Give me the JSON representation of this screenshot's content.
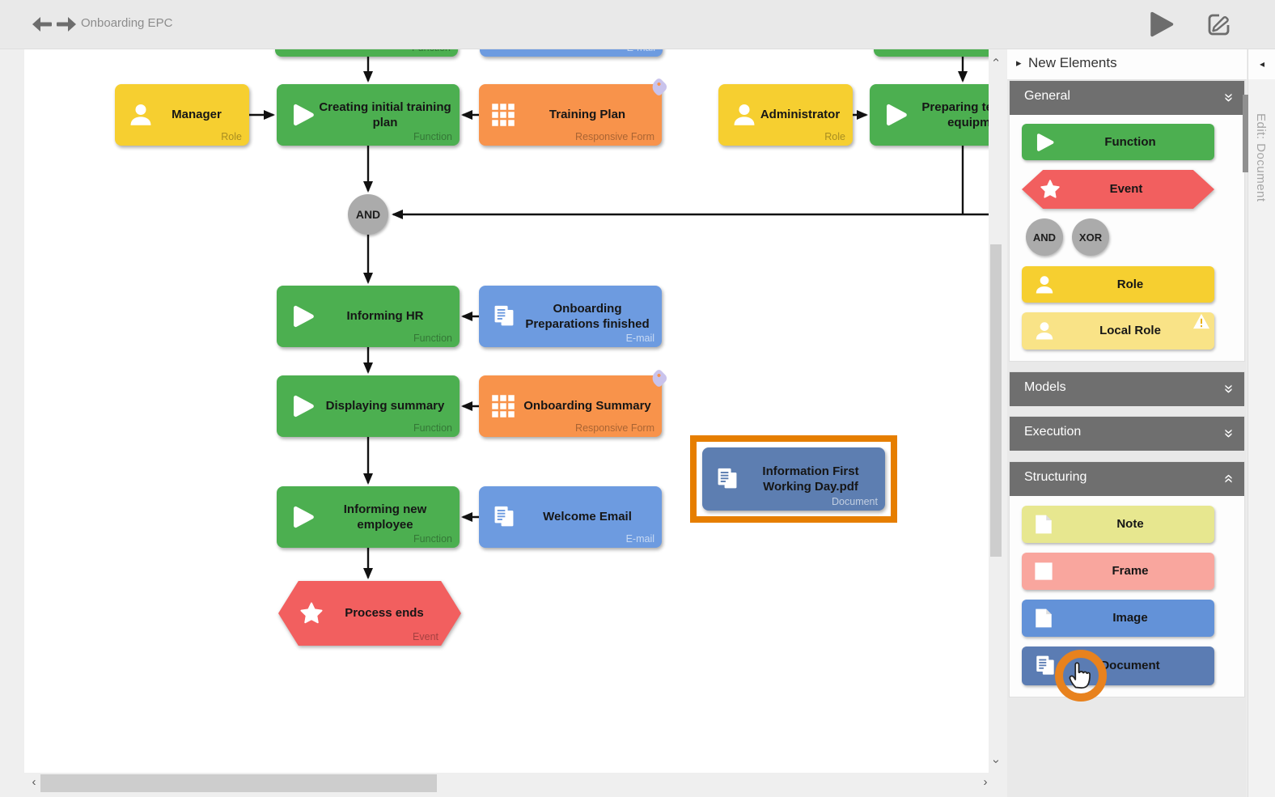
{
  "topbar": {
    "title": "Onboarding EPC"
  },
  "canvas": {
    "nodes": [
      {
        "label": "",
        "type": "Function"
      },
      {
        "label": "",
        "type": "E-mail"
      },
      {
        "label": "",
        "type": ""
      },
      {
        "label": "Manager",
        "type": "Role"
      },
      {
        "label": "Creating initial training plan",
        "type": "Function"
      },
      {
        "label": "Training Plan",
        "type": "Responsive Form"
      },
      {
        "label": "Administrator",
        "type": "Role"
      },
      {
        "label": "Preparing technical equipment",
        "type": "Function"
      },
      {
        "label": "AND",
        "type": ""
      },
      {
        "label": "Informing HR",
        "type": "Function"
      },
      {
        "label": "Onboarding Preparations finished",
        "type": "E-mail"
      },
      {
        "label": "Displaying summary",
        "type": "Function"
      },
      {
        "label": "Onboarding Summary",
        "type": "Responsive Form"
      },
      {
        "label": "Informing new employee",
        "type": "Function"
      },
      {
        "label": "Welcome Email",
        "type": "E-mail"
      },
      {
        "label": "Process ends",
        "type": "Event"
      },
      {
        "label": "Information First Working Day.pdf",
        "type": "Document"
      }
    ]
  },
  "sidebar": {
    "title": "New Elements",
    "sections": [
      {
        "label": "General",
        "expanded": true,
        "items": [
          {
            "label": "Function"
          },
          {
            "label": "Event"
          },
          {
            "label": "AND"
          },
          {
            "label": "XOR"
          },
          {
            "label": "Role"
          },
          {
            "label": "Local Role"
          }
        ]
      },
      {
        "label": "Models",
        "expanded": false
      },
      {
        "label": "Execution",
        "expanded": false
      },
      {
        "label": "Structuring",
        "expanded": true,
        "items": [
          {
            "label": "Note"
          },
          {
            "label": "Frame"
          },
          {
            "label": "Image"
          },
          {
            "label": "Document"
          }
        ]
      }
    ]
  },
  "edit_tab": {
    "label": "Edit: Document"
  },
  "icons": {
    "expand_arrow": "▸",
    "panel_toggle": "◂",
    "double_chevron": "»",
    "scroll_left": "‹",
    "scroll_right": "›",
    "scroll_vertical": "›"
  },
  "colors": {
    "selection_orange": "#E67E00",
    "click_ring_orange": "#E8821E",
    "function_green": "#4CAF50",
    "event_red": "#F25F5F",
    "role_yellow": "#F6CF30",
    "local_role_yellow": "#F9E387",
    "email_blue": "#6D9BE0",
    "responsive_form_orange": "#F8934B",
    "document_blue": "#5D7EB1",
    "connector_gray": "#ABABAB",
    "note_yellow": "#E7E78F",
    "frame_salmon": "#F9A69E",
    "image_blue": "#6392D8",
    "section_header_gray": "#6F6F6F"
  }
}
